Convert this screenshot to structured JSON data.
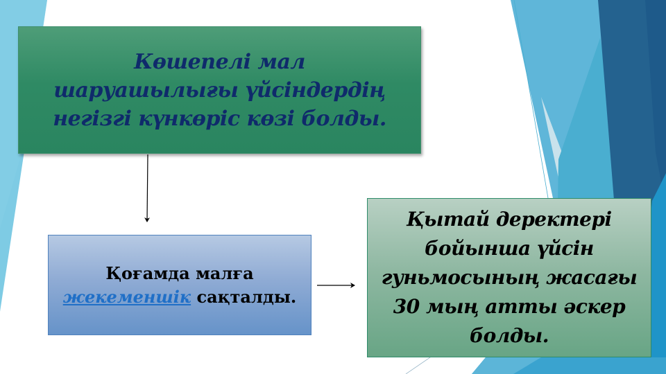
{
  "slide": {
    "background_color": "#ffffff",
    "accent_colors": {
      "light_blue": "#7ecbe4",
      "mid_blue": "#4aaed0",
      "sky_blue": "#5fb6d9",
      "dark_blue": "#24628f",
      "deep_blue": "#1e5a8a",
      "bright_blue": "#1f94c8"
    }
  },
  "boxes": {
    "top": {
      "text": "Көшепелі мал шаруашылығы үйсіндердің негізгі күнкөріс көзі болды.",
      "fill_color": "#2f8a64",
      "text_color": "#0f2a6b"
    },
    "left": {
      "line1": "Қоғамда малға",
      "link_text": "жекеменшік",
      "line2_rest": " сақталды.",
      "fill_color": "#8fabd4",
      "link_color": "#1f6fc7"
    },
    "right": {
      "text": "Қытай деректері бойынша үйсін гуньмосының жасағы 30 мың атты әскер болды.",
      "fill_color": "#8fb8a2"
    }
  },
  "connectors": [
    {
      "from": "top",
      "to": "left",
      "direction": "down"
    },
    {
      "from": "left",
      "to": "right",
      "direction": "right"
    }
  ]
}
